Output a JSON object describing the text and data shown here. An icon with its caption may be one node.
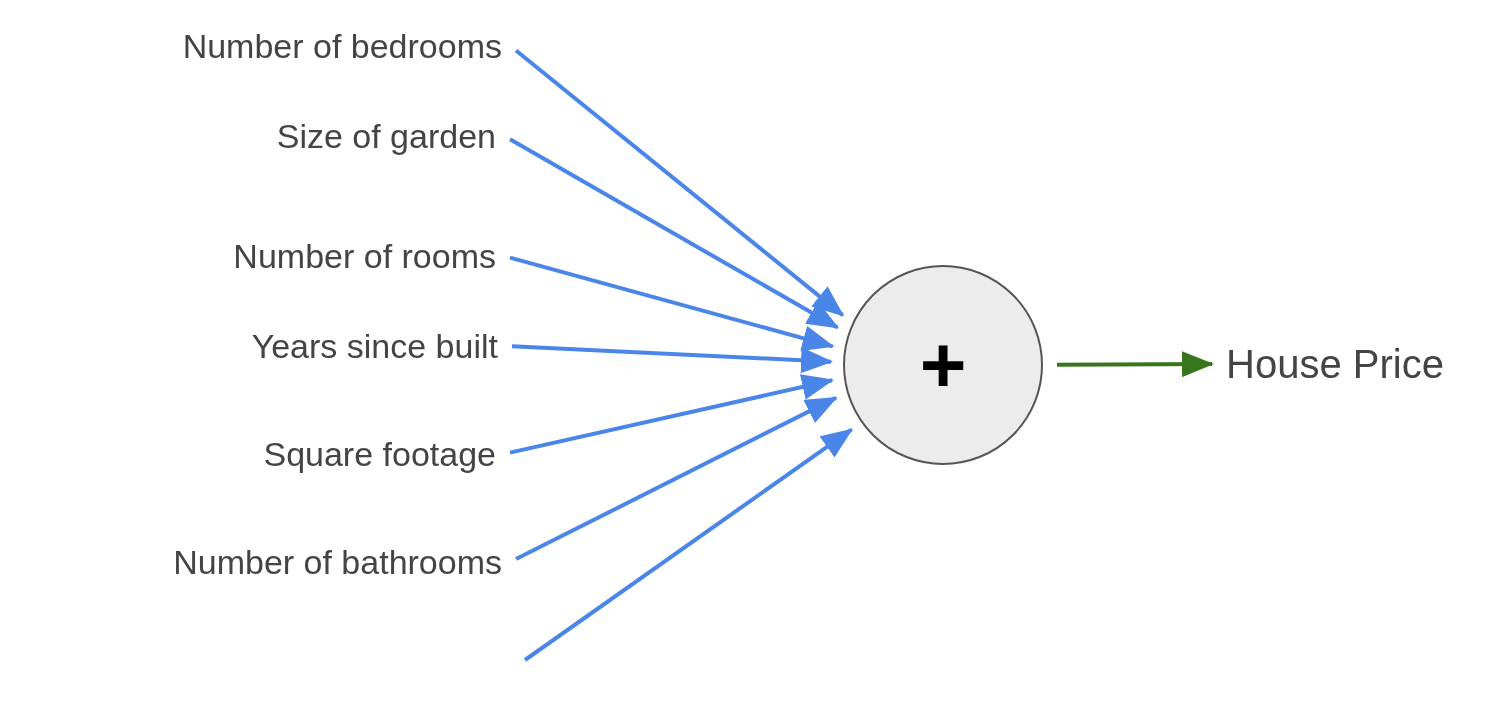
{
  "diagram": {
    "nodes": [
      {
        "text": [
          "Number of bedrooms"
        ]
      },
      {
        "text": [
          "Size of garden"
        ]
      },
      {
        "text": [
          "Number of rooms"
        ]
      },
      {
        "text": [
          "Years since built"
        ]
      },
      {
        "text": [
          "Square footage"
        ]
      },
      {
        "text": [
          "Number of bathrooms"
        ]
      },
      {
        "text": [
          "+"
        ]
      },
      {
        "text": [
          "House Price"
        ]
      }
    ],
    "edges": [
      {
        "from": 0,
        "to": 6,
        "arrow": "to"
      },
      {
        "from": 1,
        "to": 6,
        "arrow": "to"
      },
      {
        "from": 2,
        "to": 6,
        "arrow": "to"
      },
      {
        "from": 3,
        "to": 6,
        "arrow": "to"
      },
      {
        "from": 4,
        "to": 6,
        "arrow": "to"
      },
      {
        "from": 5,
        "to": 6,
        "arrow": "to"
      },
      {
        "from": null,
        "to": 6,
        "arrow": "to"
      },
      {
        "from": 6,
        "to": 7,
        "arrow": "to",
        "color": "#38761d"
      }
    ]
  }
}
